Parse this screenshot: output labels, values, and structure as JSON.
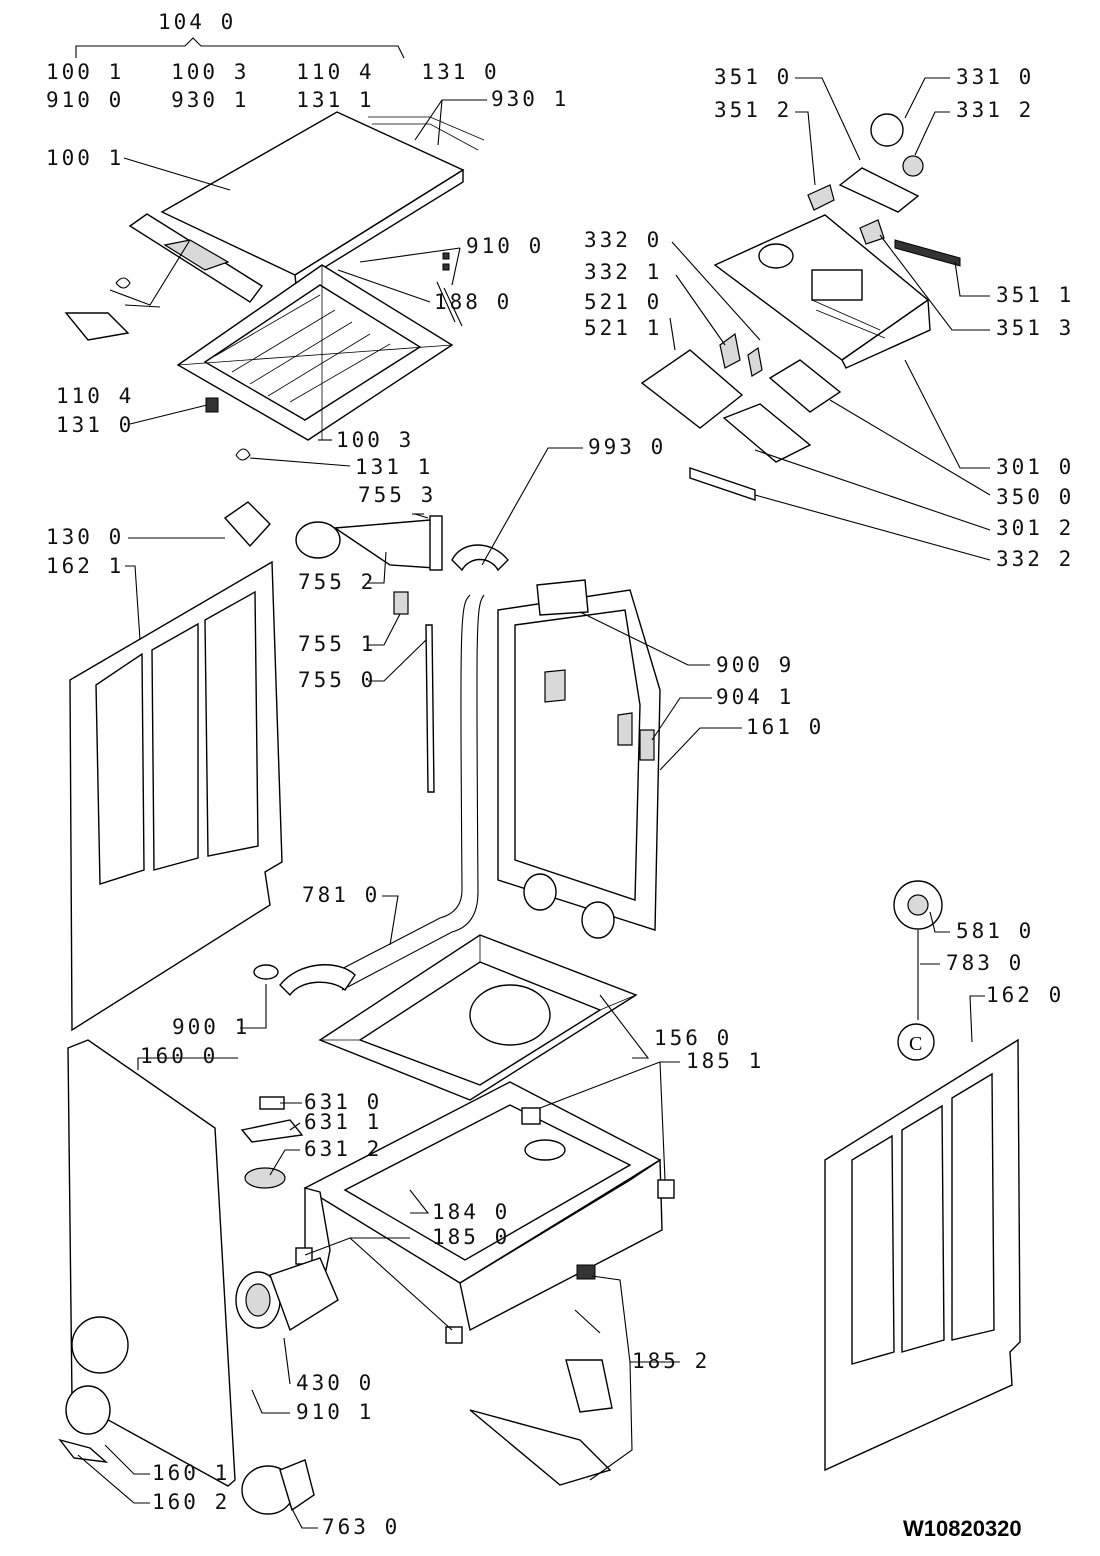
{
  "document_id": "W10820320",
  "callouts": {
    "top_group": "104 0",
    "top_group_row1": "100 1   100 3   110 4   131 0",
    "top_group_row2": "910 0   930 1   131 1",
    "p9301": "930 1",
    "p1001": "100 1",
    "p9100": "910 0",
    "p1880": "188 0",
    "p1104": "110 4",
    "p1310": "131 0",
    "p1003": "100 3",
    "p1311": "131 1",
    "p3510": "351 0",
    "p3512": "351 2",
    "p3310": "331 0",
    "p3312": "331 2",
    "p3320": "332 0",
    "p3321": "332 1",
    "p5210": "521 0",
    "p5211": "521 1",
    "p3511": "351 1",
    "p3513": "351 3",
    "p3010": "301 0",
    "p3500": "350 0",
    "p3012": "301 2",
    "p3322": "332 2",
    "p9930": "993 0",
    "p7553": "755 3",
    "p1300": "130 0",
    "p1621": "162 1",
    "p7552": "755 2",
    "p7551": "755 1",
    "p7550": "755 0",
    "p9009": "900 9",
    "p9041": "904 1",
    "p1610": "161 0",
    "p7810": "781 0",
    "p5810": "581 0",
    "p7830": "783 0",
    "p1620": "162 0",
    "p9001": "900 1",
    "p1600": "160 0",
    "p1560": "156 0",
    "p1851": "185 1",
    "p6310": "631 0",
    "p6311": "631 1",
    "p6312": "631 2",
    "p1840": "184 0",
    "p1850": "185 0",
    "p1852": "185 2",
    "p4300": "430 0",
    "p9101": "910 1",
    "p1601": "160 1",
    "p1602": "160 2",
    "p7630": "763 0"
  }
}
